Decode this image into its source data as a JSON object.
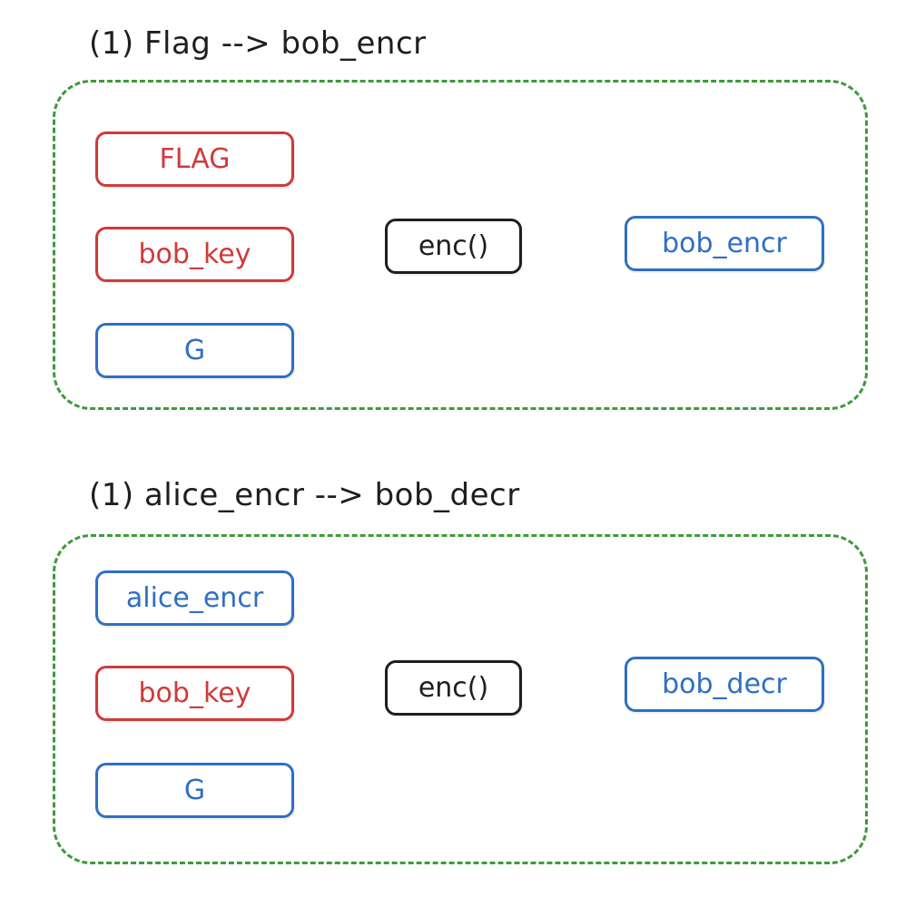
{
  "colors": {
    "group_border": "#3f9a3a",
    "red": "#d03a3a",
    "blue": "#2f6fc4",
    "black": "#1e1e1e"
  },
  "sections": [
    {
      "title": "(1) Flag --> bob_encr",
      "inputs": [
        {
          "label": "FLAG",
          "color": "red"
        },
        {
          "label": "bob_key",
          "color": "red"
        },
        {
          "label": "G",
          "color": "blue"
        }
      ],
      "function": "enc()",
      "output": "bob_encr"
    },
    {
      "title": "(1) alice_encr --> bob_decr",
      "inputs": [
        {
          "label": "alice_encr",
          "color": "blue"
        },
        {
          "label": "bob_key",
          "color": "red"
        },
        {
          "label": "G",
          "color": "blue"
        }
      ],
      "function": "enc()",
      "output": "bob_decr"
    }
  ]
}
